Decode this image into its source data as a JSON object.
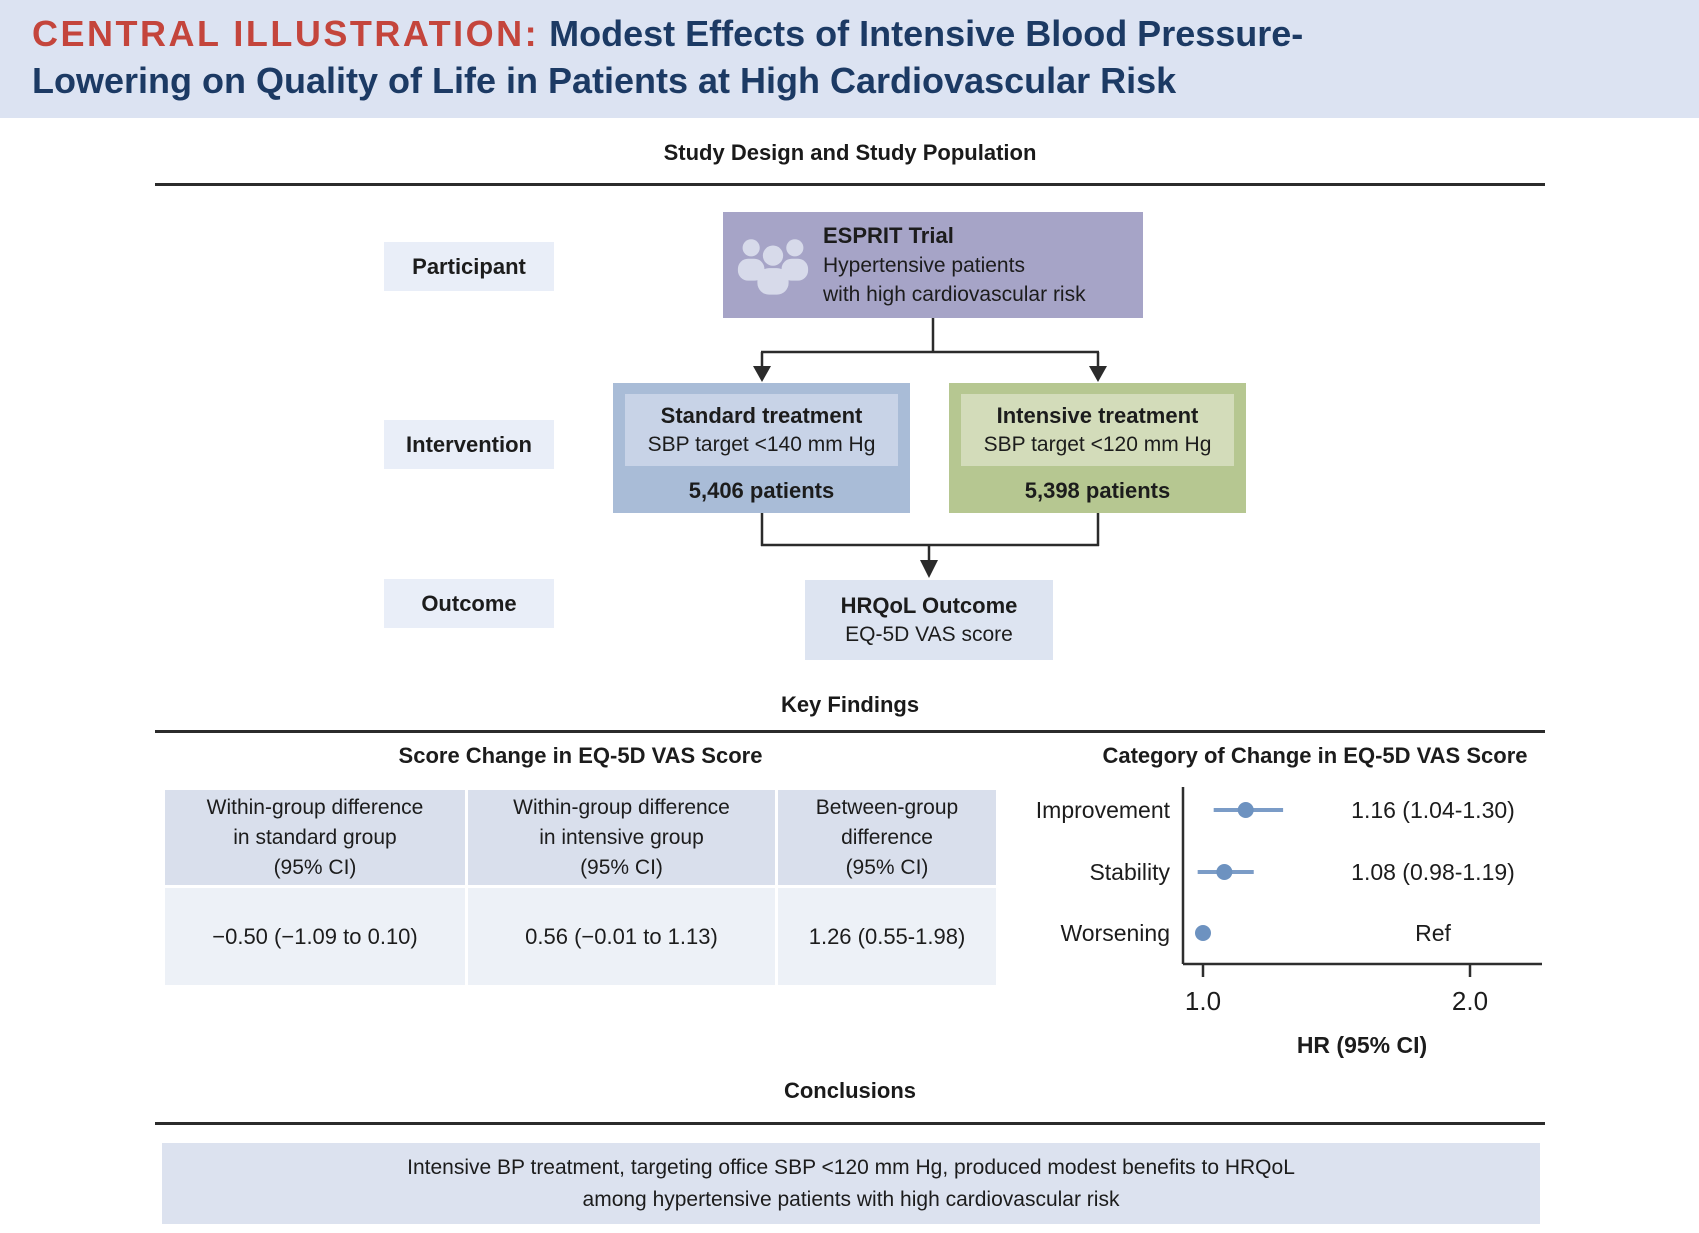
{
  "header": {
    "kicker": "CENTRAL ILLUSTRATION:",
    "title_line1": "Modest Effects of Intensive Blood Pressure-",
    "title_line2": "Lowering on Quality of Life in Patients at High Cardiovascular Risk"
  },
  "sections": {
    "design": "Study Design and Study Population",
    "findings": "Key Findings",
    "conclusions": "Conclusions"
  },
  "flowchart": {
    "row_labels": {
      "participant": "Participant",
      "intervention": "Intervention",
      "outcome": "Outcome"
    },
    "esprit": {
      "icon": "people-icon",
      "title": "ESPRIT Trial",
      "lines": "Hypertensive patients\nwith high cardiovascular risk"
    },
    "standard": {
      "title": "Standard treatment",
      "subtitle": "SBP target <140 mm Hg",
      "patients": "5,406 patients"
    },
    "intensive": {
      "title": "Intensive treatment",
      "subtitle": "SBP target <120 mm Hg",
      "patients": "5,398 patients"
    },
    "outcome_box": {
      "title": "HRQoL Outcome",
      "subtitle": "EQ-5D VAS score"
    }
  },
  "score_table": {
    "title": "Score Change in EQ-5D VAS Score",
    "columns": [
      "Within-group difference\nin standard group\n(95% CI)",
      "Within-group difference\nin intensive group\n(95% CI)",
      "Between-group\ndifference\n(95% CI)"
    ],
    "values": [
      "−0.50 (−1.09 to 0.10)",
      "0.56 (−0.01 to 1.13)",
      "1.26 (0.55-1.98)"
    ]
  },
  "chart_data": {
    "type": "scatter",
    "subtype": "forest-plot",
    "title": "Category of Change in EQ-5D VAS Score",
    "xlabel": "HR (95% CI)",
    "xlim": [
      0.93,
      2.27
    ],
    "ticks": [
      1.0,
      2.0
    ],
    "tick_labels": [
      "1.0",
      "2.0"
    ],
    "grid": false,
    "categories": [
      "Improvement",
      "Stability",
      "Worsening"
    ],
    "points": [
      {
        "label": "Improvement",
        "hr": 1.16,
        "ci_low": 1.04,
        "ci_high": 1.3,
        "text": "1.16 (1.04-1.30)"
      },
      {
        "label": "Stability",
        "hr": 1.08,
        "ci_low": 0.98,
        "ci_high": 1.19,
        "text": "1.08 (0.98-1.19)"
      },
      {
        "label": "Worsening",
        "hr": 1.0,
        "ci_low": null,
        "ci_high": null,
        "text": "Ref"
      }
    ]
  },
  "conclusion": {
    "text": "Intensive BP treatment, targeting office SBP <120 mm Hg, produced modest benefits to HRQoL\namong hypertensive patients with high cardiovascular risk"
  },
  "colors": {
    "header_bg": "#dce3f2",
    "kicker_red": "#c4453c",
    "title_navy": "#1c3a64",
    "chip_bg": "#e9eef8",
    "esprit_purple": "#a6a4c7",
    "standard_blue": "#a9bcd7",
    "standard_blue_inner": "#c8d3e7",
    "intensive_green": "#b6c791",
    "intensive_green_inner": "#d3dcba",
    "outcome_bg": "#dde4f1",
    "table_header_bg": "#d9dfec",
    "table_value_bg": "#edf1f7",
    "forest_blue": "#6d92c0",
    "conclusion_bg": "#dce2ef"
  }
}
